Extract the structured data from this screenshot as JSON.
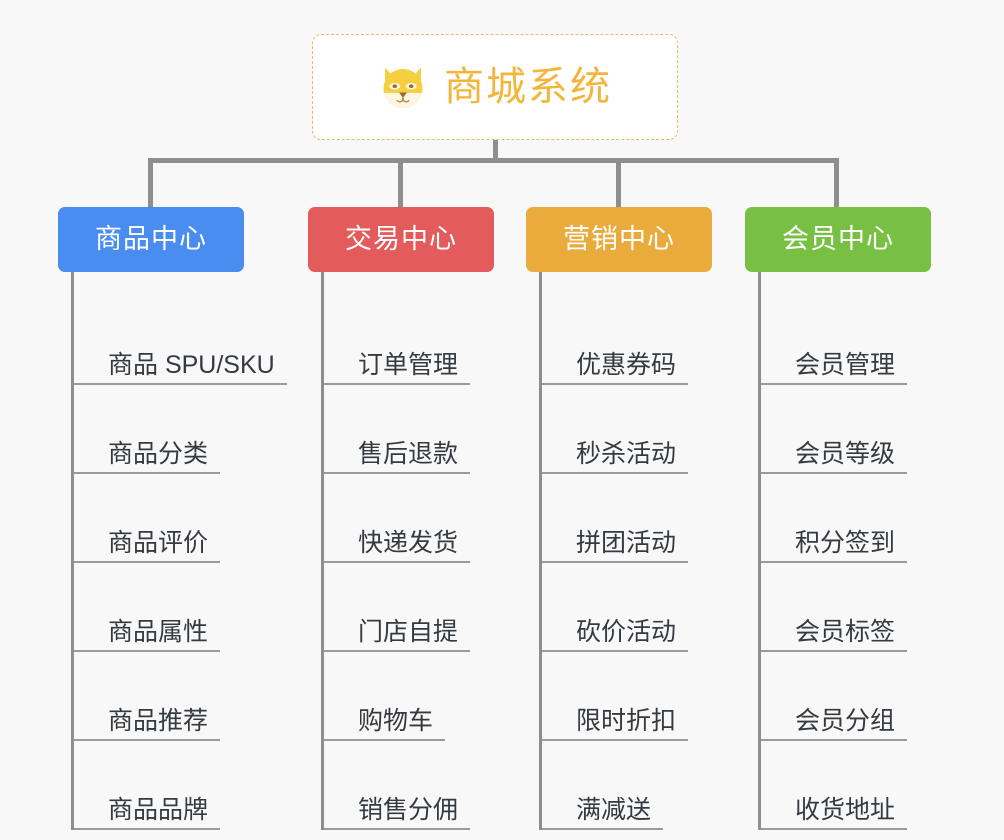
{
  "page": {
    "background_color": "#f8f8f8",
    "connector_color": "#8e8e8e",
    "leaf_text_color": "#353a40",
    "leaf_rule_color": "#9a9a9a"
  },
  "root": {
    "title": "商城系统",
    "icon": "shiba-dog-face-icon",
    "text_color": "#f2b63c",
    "border_color": "#e8b96a",
    "background_color": "#ffffff"
  },
  "categories": [
    {
      "id": "product-center",
      "label": "商品中心",
      "color": "#4a8df0",
      "items": [
        "商品 SPU/SKU",
        "商品分类",
        "商品评价",
        "商品属性",
        "商品推荐",
        "商品品牌"
      ]
    },
    {
      "id": "trade-center",
      "label": "交易中心",
      "color": "#e35b5b",
      "items": [
        "订单管理",
        "售后退款",
        "快递发货",
        "门店自提",
        "购物车",
        "销售分佣"
      ]
    },
    {
      "id": "marketing-center",
      "label": "营销中心",
      "color": "#e8ab3c",
      "items": [
        "优惠券码",
        "秒杀活动",
        "拼团活动",
        "砍价活动",
        "限时折扣",
        "满减送"
      ]
    },
    {
      "id": "member-center",
      "label": "会员中心",
      "color": "#78c043",
      "items": [
        "会员管理",
        "会员等级",
        "积分签到",
        "会员标签",
        "会员分组",
        "收货地址"
      ]
    }
  ]
}
